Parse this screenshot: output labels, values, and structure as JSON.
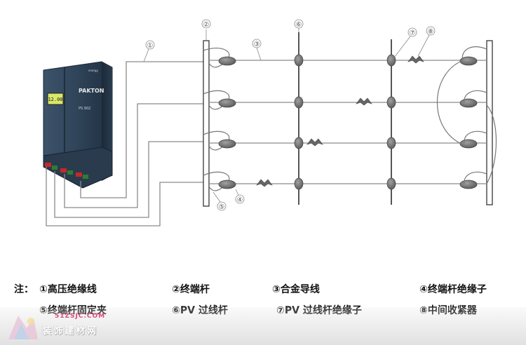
{
  "callouts": {
    "c1": "①",
    "c2": "②",
    "c3": "③",
    "c4": "④",
    "c5": "⑤",
    "c6": "⑥",
    "c7": "⑦",
    "c8": "⑧"
  },
  "device": {
    "brand": "PAKTON",
    "model": "PS 902",
    "display": "12.00",
    "badge": "energy"
  },
  "legend": {
    "note_label": "注：",
    "items": [
      "①高压绝缘线",
      "②终端杆",
      "③合金导线",
      "④终端杆绝缘子",
      "⑤终端杆固定夹",
      "⑥PV 过线杆",
      "⑦PV 过线杆绝缘子",
      "⑧中间收紧器"
    ]
  },
  "watermark": {
    "url": "51ZSJC.COM",
    "name": "装饰建材网"
  },
  "colors": {
    "wire": "#8a8a8a",
    "insulator": "#6f6f6f",
    "pole": "#555555",
    "device_body": "#2e4256"
  }
}
